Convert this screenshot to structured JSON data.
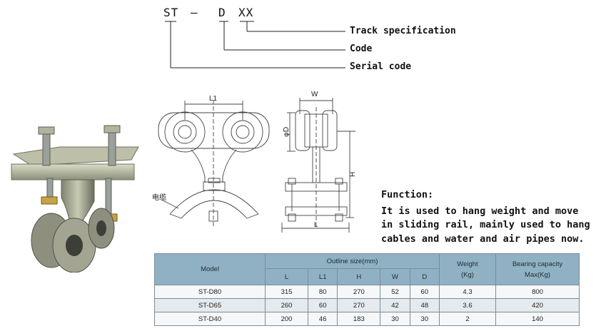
{
  "code": {
    "parts": [
      "ST",
      "—",
      "D",
      "XX"
    ],
    "legend": [
      "Track specification",
      "Code",
      "Serial code"
    ]
  },
  "drawing": {
    "dim_l1": "L1",
    "dim_w": "W",
    "dim_d": "φD",
    "dim_h": "H",
    "dim_l_left": "L",
    "dim_l_right": "L",
    "cable_label": "电缆"
  },
  "function": {
    "title": "Function:",
    "lines": [
      "It is used to hang weight and move",
      "in sliding rail, mainly used to hang",
      "cables and water and air pipes now."
    ]
  },
  "table": {
    "model_header": "Model",
    "outline_header": "Outline size(mm)",
    "weight_header": "Weight",
    "weight_unit": "(Kg)",
    "bearing_header": "Bearing capacity",
    "bearing_unit": "Max(Kg)",
    "sub_headers": [
      "L",
      "L1",
      "H",
      "W",
      "D"
    ],
    "rows": [
      {
        "model": "ST-D80",
        "L": "315",
        "L1": "80",
        "H": "270",
        "W": "52",
        "D": "60",
        "weight": "4.3",
        "bearing": "800"
      },
      {
        "model": "ST-D65",
        "L": "260",
        "L1": "60",
        "H": "270",
        "W": "42",
        "D": "48",
        "weight": "3.6",
        "bearing": "420"
      },
      {
        "model": "ST-D40",
        "L": "200",
        "L1": "46",
        "H": "183",
        "W": "30",
        "D": "30",
        "weight": "2",
        "bearing": "140"
      }
    ]
  }
}
